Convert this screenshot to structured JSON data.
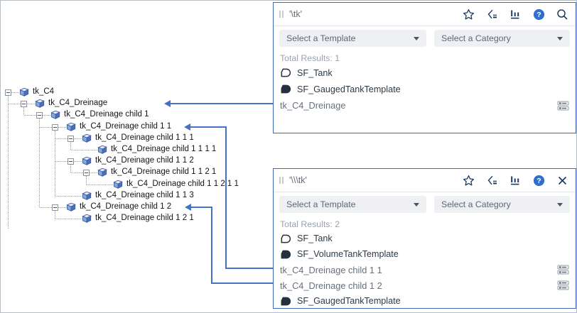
{
  "colors": {
    "panel_border": "#3d6bb3",
    "arrow": "#4472c4",
    "header_icon": "#1e3a5f",
    "help_icon_bg": "#2e6fd0",
    "result_text": "#2c3a48",
    "element_text": "#66707c",
    "muted_text": "#98a2ae"
  },
  "tree": {
    "nodes": [
      {
        "label": "tk_C4",
        "depth": 0,
        "leaf": false
      },
      {
        "label": "tk_C4_Dreinage",
        "depth": 1,
        "leaf": false
      },
      {
        "label": "tk_C4_Dreinage child 1",
        "depth": 2,
        "leaf": false
      },
      {
        "label": "tk_C4_Dreinage child 1 1",
        "depth": 3,
        "leaf": false
      },
      {
        "label": "tk_C4_Dreinage child 1 1 1",
        "depth": 4,
        "leaf": false
      },
      {
        "label": "tk_C4_Dreinage child 1 1 1 1",
        "depth": 5,
        "leaf": true
      },
      {
        "label": "tk_C4_Dreinage child 1 1 2",
        "depth": 4,
        "leaf": false
      },
      {
        "label": "tk_C4_Dreinage child 1 1 2 1",
        "depth": 5,
        "leaf": false
      },
      {
        "label": "tk_C4_Dreinage child 1 1 2 1 1",
        "depth": 6,
        "leaf": true
      },
      {
        "label": "tk_C4_Dreinage child 1 1 3",
        "depth": 4,
        "leaf": true
      },
      {
        "label": "tk_C4_Dreinage child 1 2",
        "depth": 3,
        "leaf": false
      },
      {
        "label": "tk_C4_Dreinage child 1 2 1",
        "depth": 4,
        "leaf": true
      }
    ]
  },
  "search_panels": [
    {
      "query": "'\\tk'",
      "template_dropdown": "Select a Template",
      "category_dropdown": "Select a Category",
      "total_results_label": "Total Results: 1",
      "corner_action": "search",
      "results": [
        {
          "label": "SF_Tank",
          "icon": "template-outline"
        },
        {
          "label": "SF_GaugedTankTemplate",
          "icon": "template-filled"
        },
        {
          "label": "tk_C4_Dreinage",
          "icon": "element",
          "right_icon": "attributes-icon"
        }
      ]
    },
    {
      "query": "'\\\\\\tk'",
      "template_dropdown": "Select a Template",
      "category_dropdown": "Select a Category",
      "total_results_label": "Total Results: 2",
      "corner_action": "close",
      "results": [
        {
          "label": "SF_Tank",
          "icon": "template-outline"
        },
        {
          "label": "SF_VolumeTankTemplate",
          "icon": "template-filled"
        },
        {
          "label": "tk_C4_Dreinage child 1 1",
          "icon": "element",
          "right_icon": "attributes-icon"
        },
        {
          "label": "tk_C4_Dreinage child 1 2",
          "icon": "element",
          "right_icon": "attributes-icon"
        },
        {
          "label": "SF_GaugedTankTemplate",
          "icon": "template-filled"
        }
      ]
    }
  ]
}
